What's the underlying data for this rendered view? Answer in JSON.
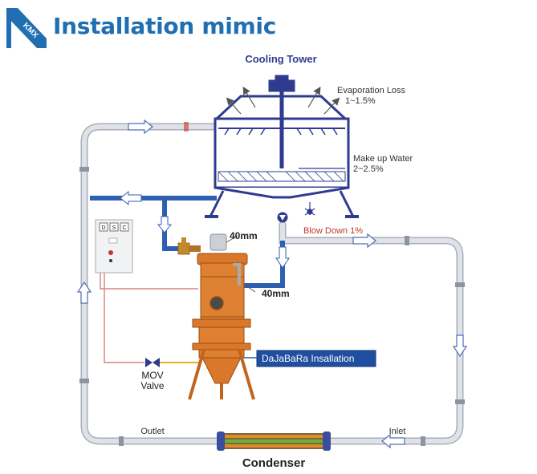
{
  "header": {
    "title": "Installation mimic",
    "logo_text": "KMX"
  },
  "labels": {
    "cooling_tower": "Cooling Tower",
    "evaporation_loss": "Evaporation Loss",
    "evaporation_value": "1~1.5%",
    "makeup_water": "Make up Water",
    "makeup_value": "2~2.5%",
    "blow_down": "Blow Down 1%",
    "pipe_top": "40mm",
    "pipe_bottom": "40mm",
    "installation": "DaJaBaRa Insallation",
    "mov_line1": "MOV",
    "mov_line2": "Valve",
    "outlet": "Outlet",
    "inlet": "Inlet",
    "condenser": "Condenser",
    "panel_letters": [
      "D",
      "S",
      "C"
    ]
  },
  "colors": {
    "title": "#1f6fb2",
    "tower": "#2e3b8f",
    "pipe_grey": "#c9cdd6",
    "pipe_blue": "#3d70c2",
    "filter": "#d9772a",
    "blow_down": "#c0392b",
    "label_box": "#1f4f9e"
  }
}
